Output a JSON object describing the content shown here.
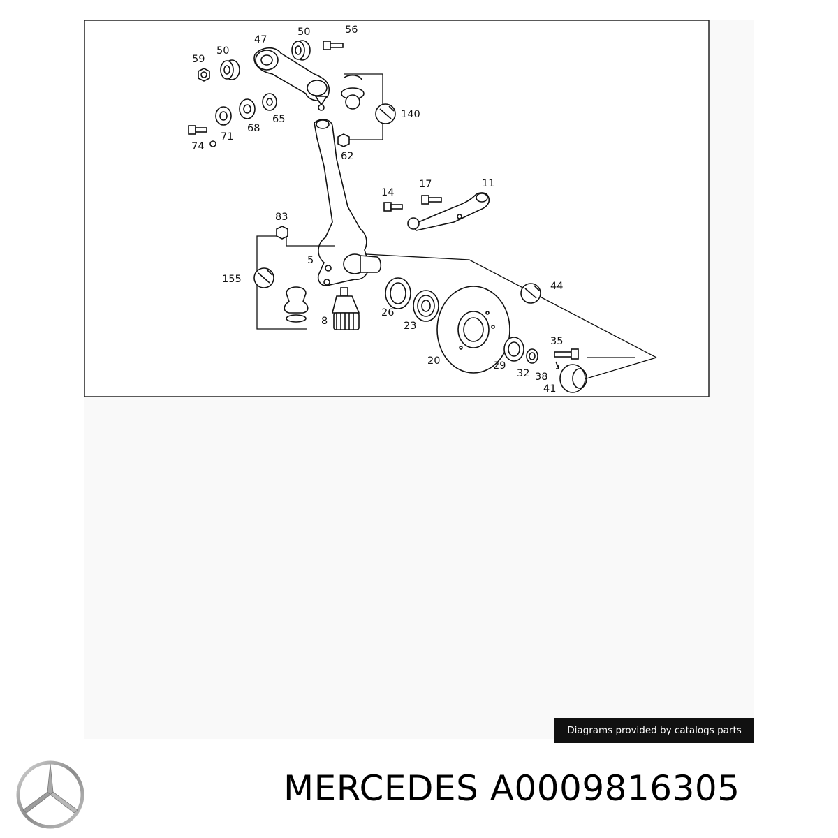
{
  "diagram": {
    "callouts": {
      "p47": "47",
      "p50a": "50",
      "p56": "56",
      "p59": "59",
      "p50b": "50",
      "p65": "65",
      "p68": "68",
      "p71": "71",
      "p74": "74",
      "p140": "140",
      "p62": "62",
      "p14": "14",
      "p17": "17",
      "p11": "11",
      "p83": "83",
      "p5": "5",
      "p155": "155",
      "p8": "8",
      "p26": "26",
      "p23": "23",
      "p44": "44",
      "p20": "20",
      "p35": "35",
      "p29": "29",
      "p32": "32",
      "p38": "38",
      "p41": "41"
    },
    "icons": [
      "wrench-icon",
      "wrench-icon",
      "wrench-icon"
    ],
    "credit": "Diagrams provided by catalogs parts"
  },
  "product": {
    "brand": "MERCEDES",
    "part_number": "A0009816305",
    "title": "MERCEDES A0009816305"
  },
  "colors": {
    "ink": "#111111",
    "badge": "#111111",
    "background": "#f9f9f9"
  }
}
